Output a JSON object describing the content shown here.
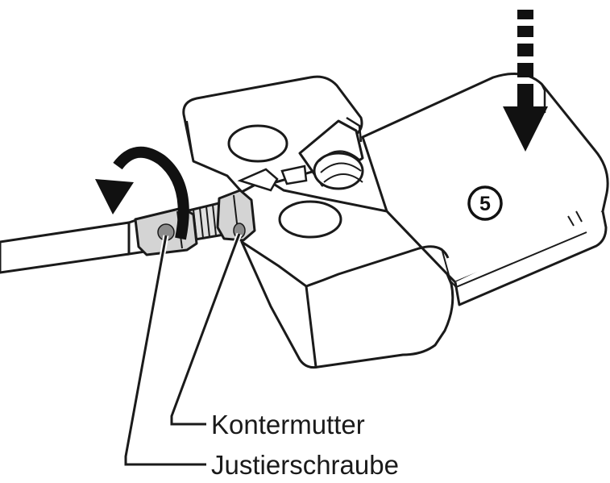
{
  "labels": {
    "lock_nut": "Kontermutter",
    "adjusting_screw": "Justierschraube"
  },
  "step_marker": {
    "number": "5"
  },
  "colors": {
    "ink": "#1a1a1a",
    "fill": "#ffffff",
    "metal": "#cccccc",
    "metal_dark": "#8c8c8c"
  },
  "icons": {
    "rotate": "curved-arrow-left",
    "press": "dashed-arrow-down"
  }
}
